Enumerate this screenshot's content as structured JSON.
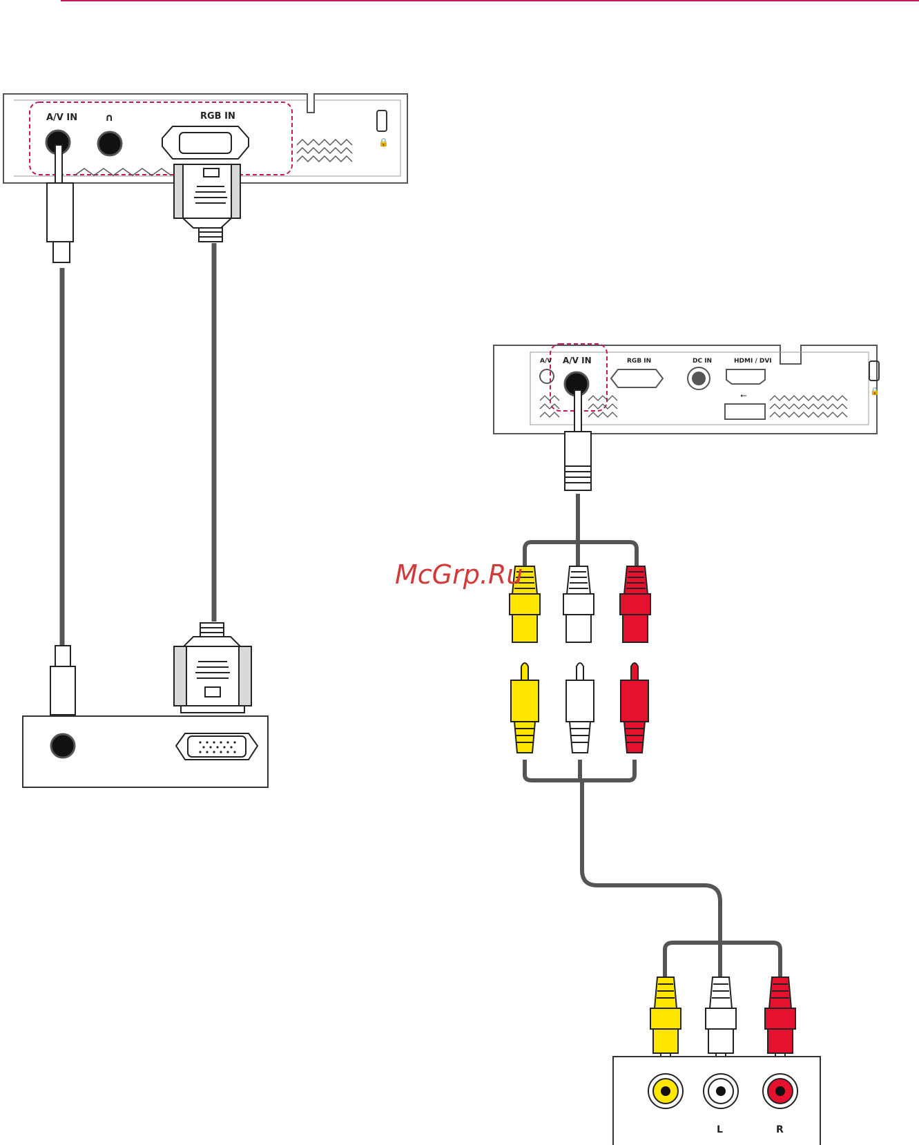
{
  "watermark": "McGrp.Ru",
  "panel_left": {
    "port_av_in": "A/V IN",
    "port_headphone_icon": "headphone-icon",
    "port_rgb_in": "RGB IN"
  },
  "panel_right": {
    "port_av_partial": "A/V",
    "port_av_in": "A/V IN",
    "port_rgb_in": "RGB IN",
    "port_dc_in": "DC IN",
    "port_hdmi": "HDMI / DVI"
  },
  "device_av_labels": {
    "left": "L",
    "right": "R"
  },
  "colors": {
    "accent_line": "#c2185b",
    "highlight_dash": "#c2185b",
    "cable": "#555555",
    "yellow": "#ffe600",
    "white": "#ffffff",
    "red": "#e4112f",
    "outline": "#222222"
  }
}
